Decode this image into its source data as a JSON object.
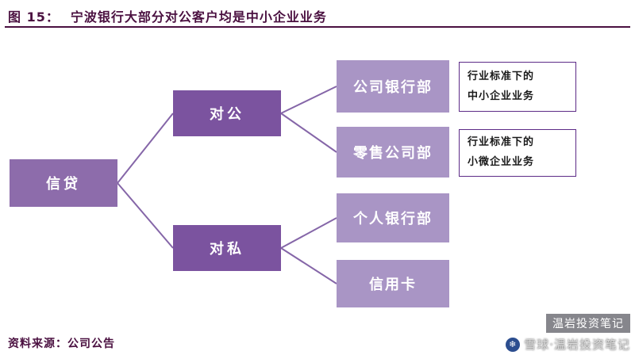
{
  "figure": {
    "title_prefix": "图 15：",
    "title_text": "宁波银行大部分对公客户均是中小企业业务",
    "source": "资料来源：公司公告"
  },
  "nodes": {
    "root": "信贷",
    "corporate": "对公",
    "personal": "对私",
    "corporate_banking": "公司银行部",
    "retail_corporate": "零售公司部",
    "personal_banking": "个人银行部",
    "credit_card": "信用卡"
  },
  "annotations": {
    "sme": {
      "line1": "行业标准下的",
      "line2": "中小企业业务"
    },
    "micro": {
      "line1": "行业标准下的",
      "line2": "小微企业业务"
    }
  },
  "watermark": {
    "badge": "温岩投资笔记",
    "logo_glyph": "❄",
    "brand": "雪球·温岩投资笔记"
  },
  "colors": {
    "title": "#4a1040",
    "root_box": "#8d6cab",
    "level2_box": "#7b539f",
    "level3_box": "#a995c5",
    "annotation_border": "#5d2b87",
    "connector": "#8566a8"
  }
}
